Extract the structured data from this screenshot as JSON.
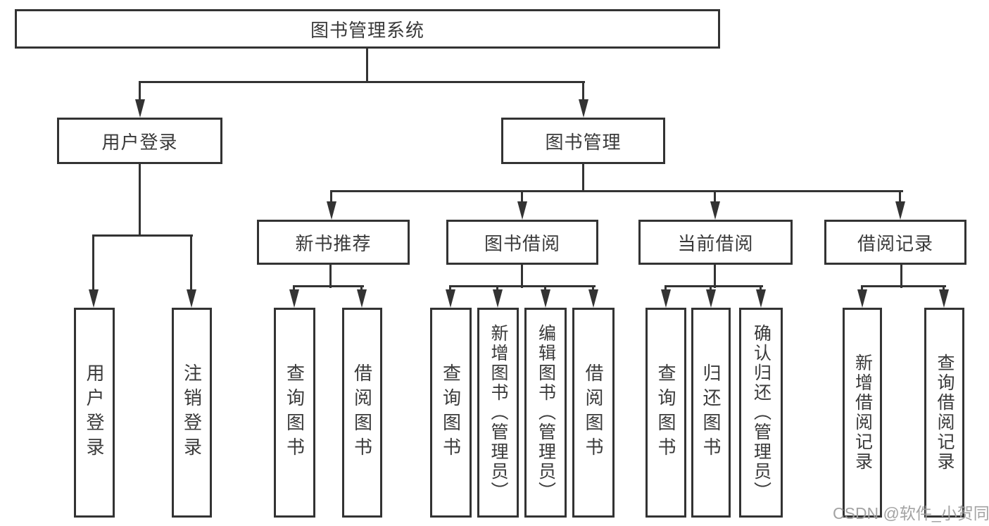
{
  "diagram": {
    "root": {
      "label": "图书管理系统"
    },
    "level2": {
      "user_login": {
        "label": "用户登录"
      },
      "book_mgmt": {
        "label": "图书管理"
      }
    },
    "level3": {
      "new_books": {
        "label": "新书推荐"
      },
      "book_borrow": {
        "label": "图书借阅"
      },
      "current_borrow": {
        "label": "当前借阅"
      },
      "borrow_records": {
        "label": "借阅记录"
      }
    },
    "leaves": {
      "user_login": [
        "用户登录",
        "注销登录"
      ],
      "new_books": [
        "查询图书",
        "借阅图书"
      ],
      "book_borrow": [
        "查询图书",
        "新增图书（管理员）",
        "编辑图书（管理员）",
        "借阅图书"
      ],
      "current_borrow": [
        "查询图书",
        "归还图书",
        "确认归还（管理员）"
      ],
      "borrow_records": [
        "新增借阅记录",
        "查询借阅记录"
      ]
    },
    "colors": {
      "line": "#333333",
      "text": "#3a3a3a",
      "background": "#ffffff",
      "watermark": "#9e9e9e"
    }
  },
  "watermark": {
    "text": "CSDN @软件_小贺同学"
  }
}
